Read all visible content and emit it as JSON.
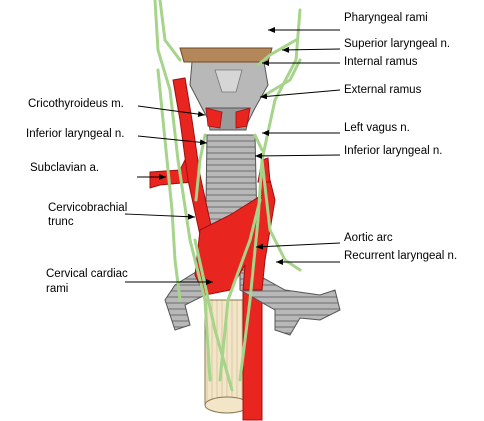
{
  "labels": {
    "pharyngeal_rami": "Pharyngeal rami",
    "superior_laryngeal": "Superior laryngeal n.",
    "internal_ramus": "Internal ramus",
    "external_ramus": "External ramus",
    "left_vagus": "Left vagus n.",
    "inferior_laryngeal_right": "Inferior laryngeal n.",
    "aortic_arc": "Aortic arc",
    "recurrent_laryngeal": "Recurrent laryngeal n.",
    "cricothyroideus": "Cricothyroideus  m.",
    "inferior_laryngeal_left": "Inferior laryngeal n.",
    "subclavian": "Subclavian a.",
    "cervicobrachial_line1": "Cervicobrachial",
    "cervicobrachial_line2": "trunc",
    "cervical_cardiac_line1": "Cervical cardiac",
    "cervical_cardiac_line2": "rami"
  },
  "colors": {
    "artery": "#e8251f",
    "artery_dark": "#a01010",
    "nerve": "#a6d48a",
    "cartilage": "#b8b8b8",
    "cartilage_dark": "#6e6e6e",
    "epiglottis": "#b3875a",
    "esophagus": "#f3e6c8"
  }
}
